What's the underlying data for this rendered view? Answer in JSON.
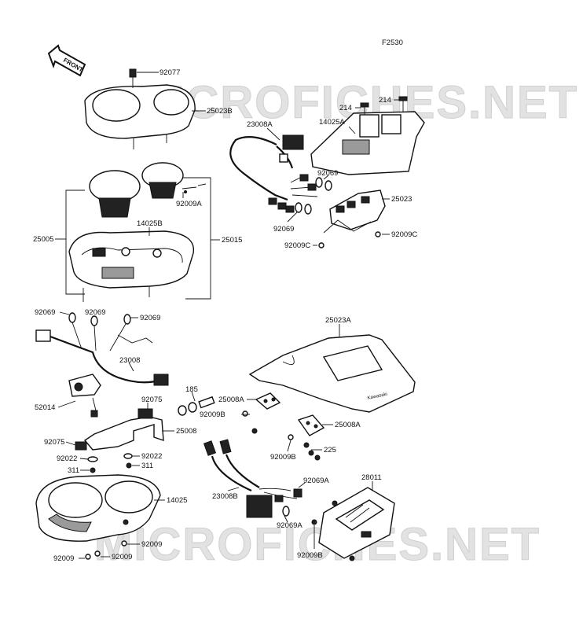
{
  "diagram": {
    "code": "F2530",
    "front_label": "FRONT",
    "watermarks": [
      "MICROFICHES.NET",
      "MICROFICHES.NET"
    ],
    "labels": {
      "l92077": "92077",
      "l25023B": "25023B",
      "l214a": "214",
      "l214b": "214",
      "l23008A": "23008A",
      "l14025A": "14025A",
      "l92069a": "92069",
      "l92069b": "92069",
      "l25023": "25023",
      "l92009C_r": "92009C",
      "l92009C_l": "92009C",
      "l92009A": "92009A",
      "l14025B": "14025B",
      "l25005": "25005",
      "l25015": "25015",
      "l92069c": "92069",
      "l92069d": "92069",
      "l92069e": "92069",
      "l23008": "23008",
      "l25023A": "25023A",
      "l185": "185",
      "l25008A_l": "25008A",
      "l92009B_l": "92009B",
      "l52014": "52014",
      "l92075a": "92075",
      "l25008": "25008",
      "l92075b": "92075",
      "l92022a": "92022",
      "l92022b": "92022",
      "l311a": "311",
      "l311b": "311",
      "l25008A_r": "25008A",
      "l225": "225",
      "l92009B_m": "92009B",
      "l92069A_a": "92069A",
      "l28011": "28011",
      "l23008B": "23008B",
      "l14025": "14025",
      "l92069A_b": "92069A",
      "l92009a": "92009",
      "l92009b": "92009",
      "l92009c": "92009",
      "l92009B_r": "92009B"
    }
  }
}
